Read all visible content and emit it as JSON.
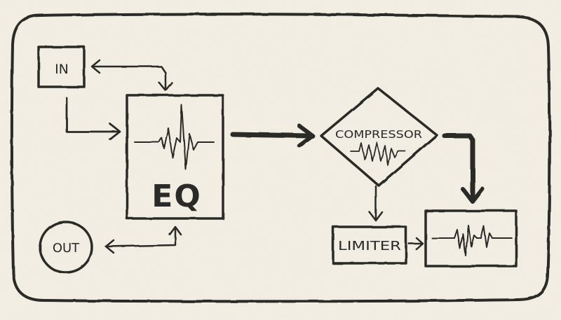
{
  "diagram": {
    "nodes": {
      "input": {
        "label": "IN"
      },
      "eq": {
        "label": "EQ"
      },
      "compressor": {
        "label": "COMPRESSOR"
      },
      "limiter": {
        "label": "LIMITER"
      },
      "output": {
        "label": "OUT"
      }
    },
    "colors": {
      "ink": "#2a2a28",
      "paper": "#f3efe4"
    }
  }
}
